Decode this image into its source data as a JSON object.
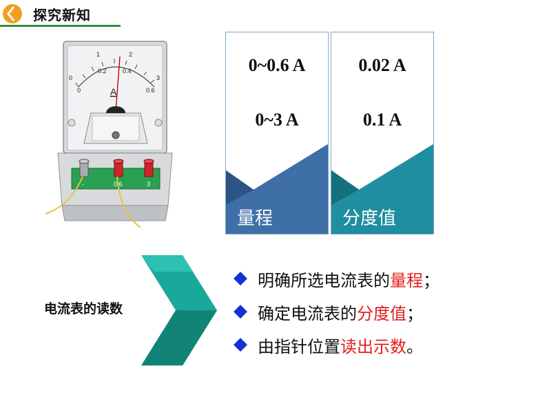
{
  "header": {
    "title": "探究新知",
    "accent_color": "#f0a020",
    "rule_color": "#2e8f3e"
  },
  "meter": {
    "top_scale": [
      "0",
      "1",
      "2",
      "3"
    ],
    "bottom_scale": [
      "0",
      "0.2",
      "0.4",
      "0.6"
    ],
    "unit": "A",
    "terminals": [
      "-",
      "0.6",
      "3"
    ]
  },
  "cards": [
    {
      "values": [
        "0~0.6 A",
        "0~3 A"
      ],
      "caption": "量程",
      "color": "#3e6fa6"
    },
    {
      "values": [
        "0.02 A",
        "0.1 A"
      ],
      "caption": "分度值",
      "color": "#1f8ea0"
    }
  ],
  "reading": {
    "label": "电流表的读数",
    "chevron_color": "#1aa89a",
    "points": [
      {
        "text": "明确所选电流表的",
        "highlight": "量程",
        "tail": "；"
      },
      {
        "text": "确定电流表的",
        "highlight": "分度值",
        "tail": "；"
      },
      {
        "text": "由指针位置",
        "highlight": "读出示数",
        "tail": "。"
      }
    ],
    "bullet_color": "#1530d8",
    "highlight_color": "#e0201c"
  }
}
